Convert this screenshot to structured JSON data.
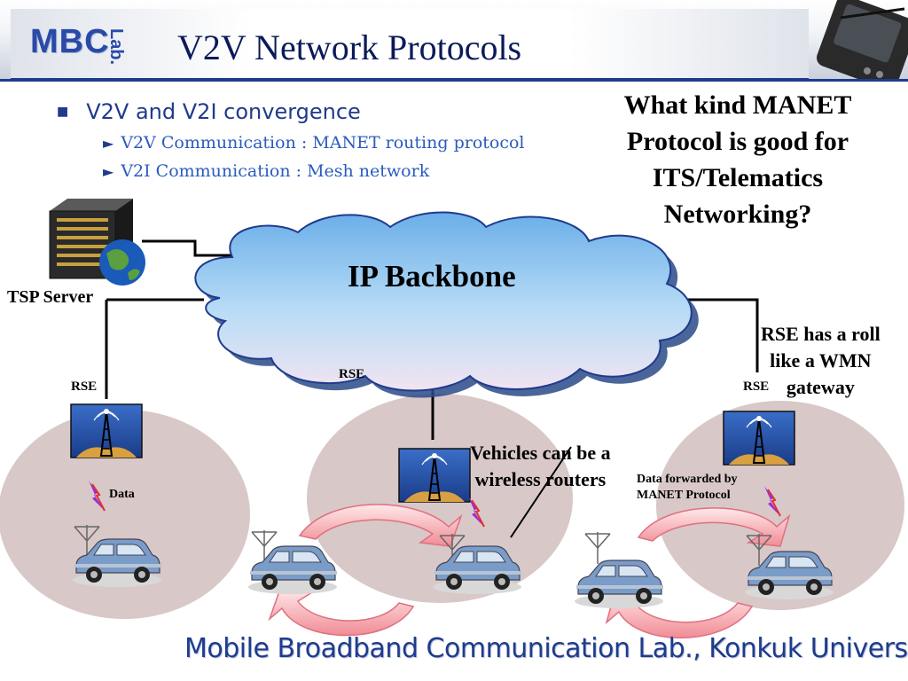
{
  "header": {
    "logo_main": "MBC",
    "logo_sub": "Lab.",
    "title": "V2V Network Protocols"
  },
  "bullets": {
    "level1": "V2V and V2I convergence",
    "items": [
      "V2V Communication : MANET routing protocol",
      "V2I Communication : Mesh network"
    ]
  },
  "question": "What kind MANET Protocol is good for ITS/Telematics Networking?",
  "diagram": {
    "cloud": "IP Backbone",
    "server": "TSP Server",
    "rse": "RSE",
    "rse_gateway": [
      "RSE has a roll",
      "like a WMN",
      "gateway"
    ],
    "vehicles_note": [
      "Vehicles can be a",
      "wireless routers"
    ],
    "data": "Data",
    "forwarded": [
      "Data forwarded by",
      "MANET Protocol"
    ]
  },
  "colors": {
    "title": "#0a1a5a",
    "accent": "#1f3b8c",
    "bullet2": "#2a5bbf",
    "cloud": "#9cc8ee",
    "cell": "#d8c8c8",
    "arrow": "#f2a0a8"
  },
  "footer": {
    "M": "M",
    "M_rest": "obile ",
    "B": "B",
    "B_rest": "roadband ",
    "C": "C",
    "C_rest": "ommunication Lab., Konkuk University"
  }
}
